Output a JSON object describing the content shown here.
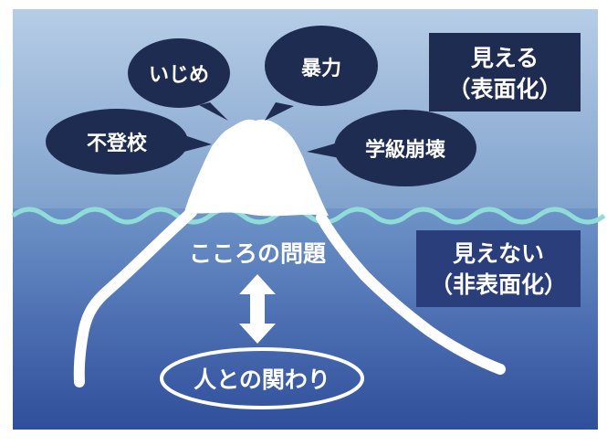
{
  "slide": {
    "colors": {
      "sky_top": "#b6cde6",
      "sky_bottom": "#7d9fcb",
      "sea_top": "#6e94c8",
      "sea_bottom": "#2f4f9a",
      "wave": "#8fdcd9",
      "bubble": "#1f2c52",
      "label_box": "#1f2c52",
      "ice": "#ffffff",
      "text_light": "#ffffff",
      "text_dark": "#1a2448"
    },
    "visible_label": {
      "line1": "見える",
      "line2": "（表面化）"
    },
    "hidden_label": {
      "line1": "見えない",
      "line2": "（非表面化）"
    },
    "bubbles": {
      "ijime": "いじめ",
      "bouryoku": "暴力",
      "futoukou": "不登校",
      "gakkyuu_houkai": "学級崩壊"
    },
    "kokoro_label": "こころの問題",
    "relation_label": "人との関わり"
  }
}
